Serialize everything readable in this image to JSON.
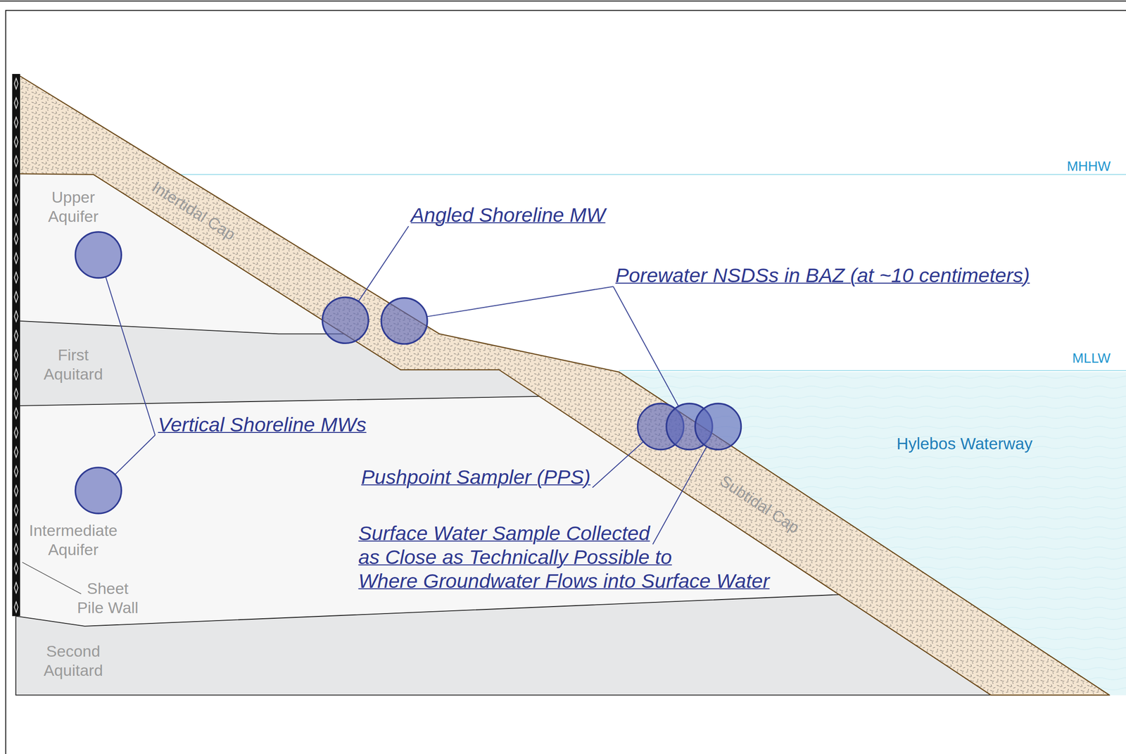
{
  "diagram": {
    "nodes": [
      {
        "text": [
          "Upper Aquifer"
        ]
      },
      {
        "text": [
          "Intertidal Cap",
          "Subtidal Cap"
        ]
      },
      {
        "text": [
          "First Aquitard"
        ]
      },
      {
        "text": [
          "Intermediate Aquifer"
        ]
      },
      {
        "text": [
          "Second Aquitard"
        ]
      },
      {
        "text": [
          "Hylebos Waterway"
        ]
      }
    ],
    "labels": [
      "MHHW",
      "Angled Shoreline MW",
      "Porewater NSDSs in BAZ (at ~10 centimeters)",
      "MLLW",
      "Vertical Shoreline MWs",
      "Pushpoint Sampler (PPS)",
      "Surface Water Sample Collected as Close as Technically Possible to Where Groundwater Flows into Surface Water",
      "Sheet Pile Wall"
    ]
  }
}
